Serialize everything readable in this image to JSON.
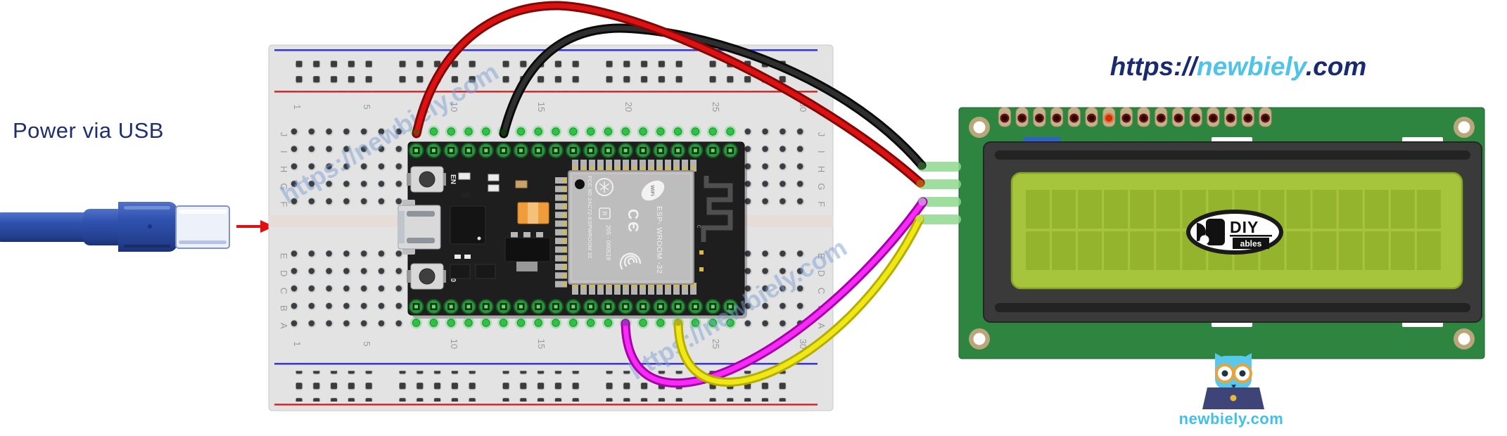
{
  "texts": {
    "power_label": "Power via USB",
    "url_prefix": "https://",
    "url_highlight": "newbiely",
    "url_suffix": ".com",
    "watermark": "https://newbiely.com",
    "mascot_caption": "newbiely.com"
  },
  "breadboard": {
    "column_numbers": [
      "1",
      "5",
      "10",
      "15",
      "20",
      "25",
      "30"
    ],
    "row_letters_top": [
      "J",
      "I",
      "H",
      "G",
      "F"
    ],
    "row_letters_bottom": [
      "E",
      "D",
      "C",
      "B",
      "A"
    ]
  },
  "esp32": {
    "button_top_label": "EN",
    "button_bottom_label": "IO0",
    "shield": {
      "fcc": "FCC 9D:2AC72-ESPWROOM 32",
      "cert_serial": "205 - 000519",
      "module_name": "ESP- WROOM -32",
      "wifi": "WiFi",
      "r_mark": "R",
      "ce": "CЄ",
      "antenna_label": "c"
    }
  },
  "lcd": {
    "pin_count": 16,
    "highlighted_pin": 7,
    "char_columns": 16,
    "char_rows": 2,
    "logo_line1": "DIY",
    "logo_line2": "ables"
  },
  "wires": {
    "black": "#2f2f2f",
    "red": "#dc1111",
    "magenta": "#f72bf7",
    "yellow": "#f0e814"
  },
  "colors": {
    "navy_text": "#1f2f6e",
    "url_navy": "#1a2a6e",
    "url_cyan": "#4fc3e8",
    "usb_blue": "#2f52b0",
    "arrow_red": "#e01010",
    "breadboard": "#e3e3e3",
    "rail_blue": "#3b3bd0",
    "rail_red": "#d23030",
    "esp_board": "#1e1e1e",
    "shield_gray": "#bdbdbd",
    "header_green": "#2e9440",
    "lcd_pcb": "#2e8540",
    "lcd_screen": "#a6c43c",
    "lcd_cell": "#95b42e",
    "bezel": "#3a3a3a",
    "pad_tan": "#c2b18a",
    "mascot_cyan": "#5ac8ea",
    "watermark_blue": "#7d9ed2"
  }
}
